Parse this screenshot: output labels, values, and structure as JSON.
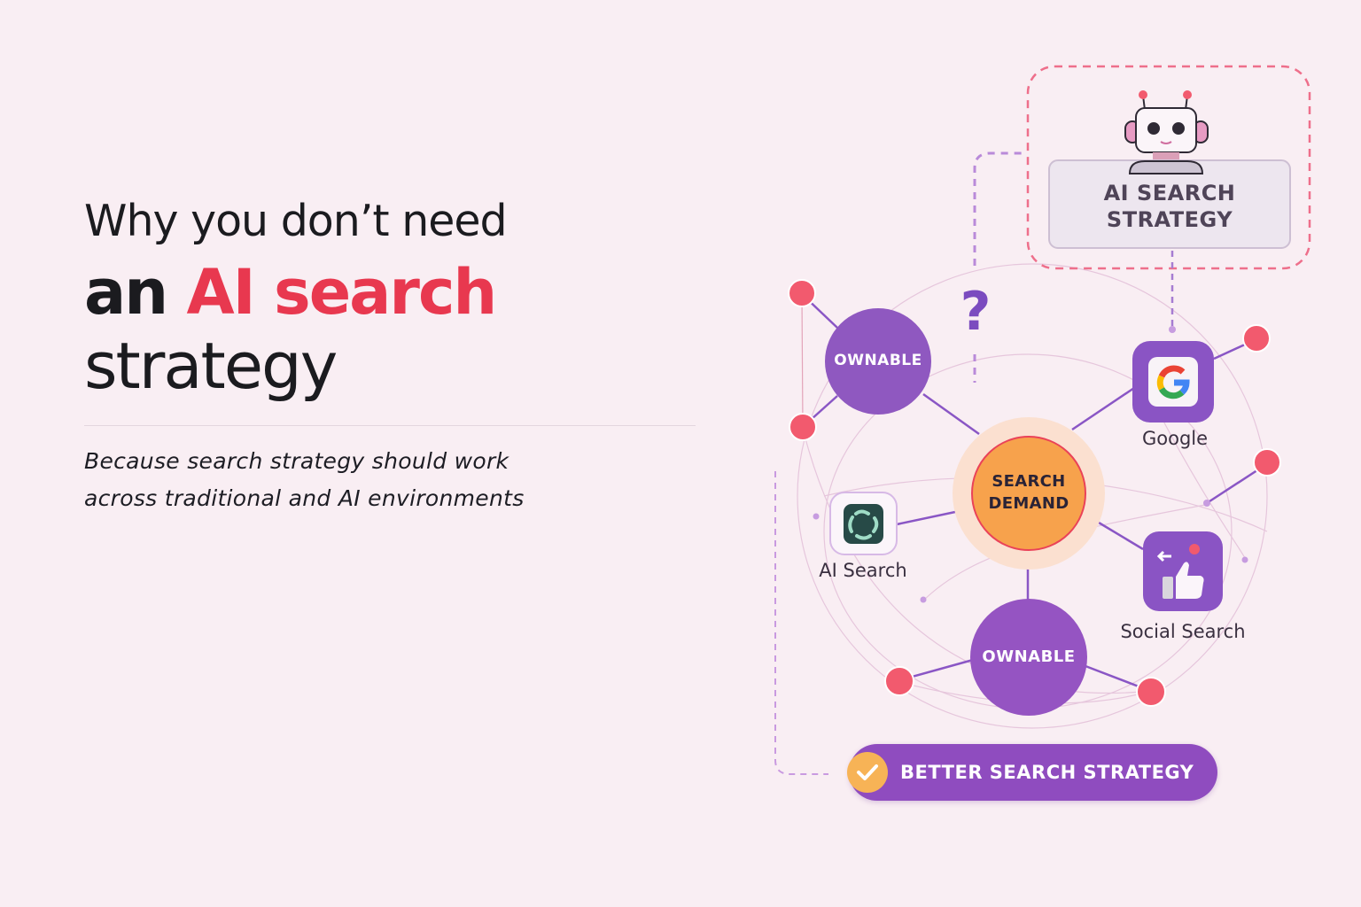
{
  "headline": {
    "line1": "Why you don’t need",
    "line2_prefix": "an ",
    "line2_accent": "AI search",
    "line3": "strategy"
  },
  "subtitle": {
    "line1": "Because search strategy should work",
    "line2": "across traditional and AI environments"
  },
  "diagram": {
    "top_box": {
      "label_line1": "AI SEARCH",
      "label_line2": "STRATEGY",
      "icon": "robot-icon"
    },
    "question_mark": "?",
    "center": {
      "line1": "SEARCH",
      "line2": "DEMAND"
    },
    "ownable_top": "OWNABLE",
    "ownable_bottom": "OWNABLE",
    "google": {
      "label": "Google",
      "icon": "google-g-icon"
    },
    "ai_search": {
      "label": "AI Search",
      "icon": "ai-swirl-icon"
    },
    "social_search": {
      "label": "Social Search",
      "icon": "thumbs-up-icon"
    },
    "cta": {
      "label": "BETTER SEARCH STRATEGY",
      "icon": "check-icon"
    }
  },
  "colors": {
    "background": "#f9eef3",
    "accent_red": "#e8384f",
    "purple": "#8f4cbf",
    "orange": "#f7a24c",
    "node_red": "#f25a6e",
    "dashed_pink": "#ee6f8b",
    "dashed_purple": "#b98ad9"
  }
}
